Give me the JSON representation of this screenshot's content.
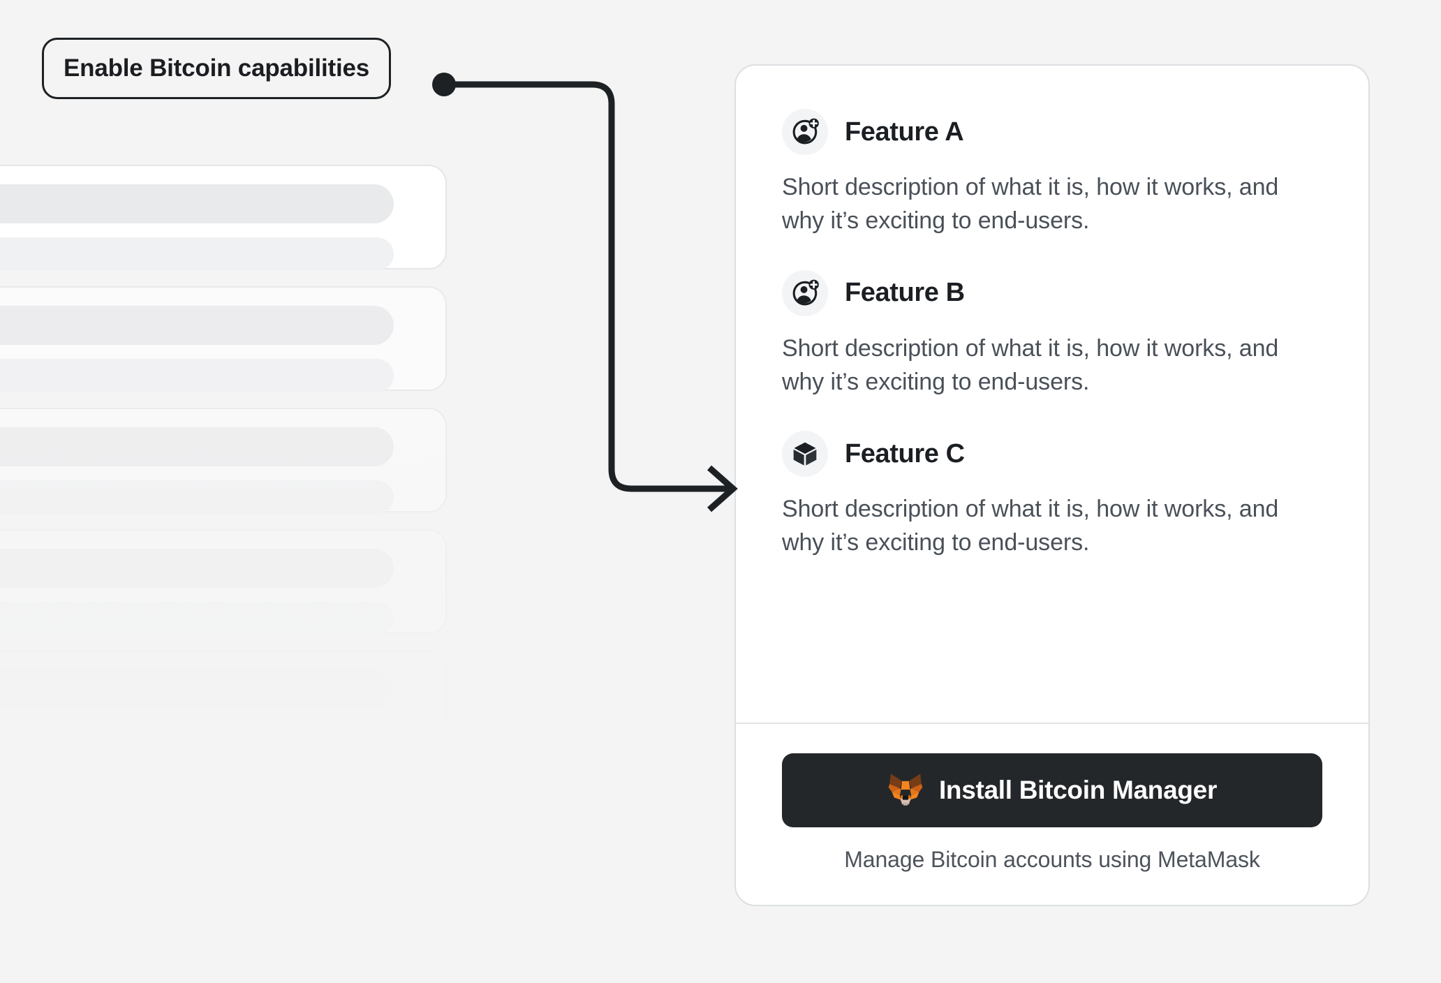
{
  "callout": {
    "label": "Enable Bitcoin capabilities",
    "anchor_dot": true
  },
  "connector": {
    "name": "arrow-connector",
    "color": "#1e2124",
    "has_arrowhead": true
  },
  "background": {
    "color": "#f4f4f4"
  },
  "skeleton_list": {
    "name": "account-list-placeholder",
    "card_count": 5,
    "cards": [
      {
        "opacity": "1.00"
      },
      {
        "opacity": "0.72"
      },
      {
        "opacity": "0.50"
      },
      {
        "opacity": "0.30"
      },
      {
        "opacity": "0.14"
      }
    ]
  },
  "feature_card": {
    "border_color": "#dcdfe2",
    "background": "#ffffff",
    "features": [
      {
        "icon": "account-add-icon",
        "title": "Feature A",
        "description": "Short description of what it is, how it works, and why it’s exciting to end-users."
      },
      {
        "icon": "account-add-icon",
        "title": "Feature B",
        "description": "Short description of what it is, how it works, and why it’s exciting to end-users."
      },
      {
        "icon": "cube-icon",
        "title": "Feature C",
        "description": "Short description of what it is, how it works, and why it’s exciting to end-users."
      }
    ],
    "footer": {
      "install_button": {
        "label": "Install Bitcoin Manager",
        "icon": "metamask-fox-icon",
        "background": "#24272a",
        "text_color": "#ffffff"
      },
      "caption": "Manage Bitcoin accounts using MetaMask"
    }
  }
}
